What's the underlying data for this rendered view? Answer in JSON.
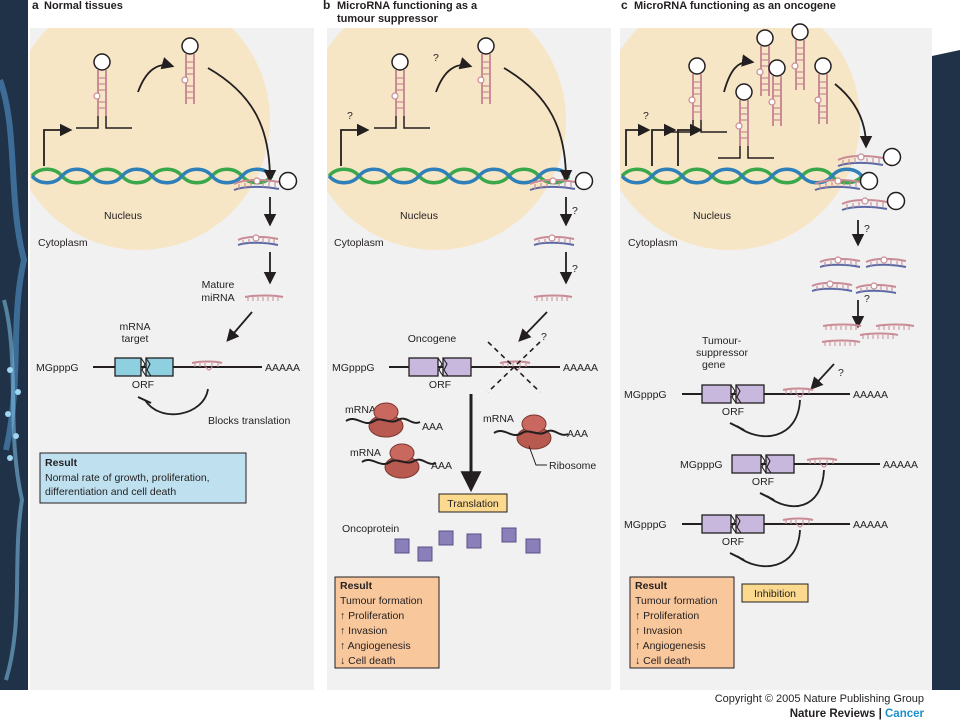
{
  "panels": {
    "a": {
      "letter": "a",
      "title": "Normal tissues",
      "nucleus": "Nucleus",
      "cytoplasm": "Cytoplasm",
      "mature_1": "Mature",
      "mature_2": "miRNA",
      "target_1": "mRNA",
      "target_2": "target",
      "cap": "MGpppG",
      "polya": "AAAAA",
      "orf": "ORF",
      "blocks": "Blocks translation",
      "result_title": "Result",
      "result_lines": [
        "Normal rate of growth, proliferation,",
        "differentiation and cell death"
      ]
    },
    "b": {
      "letter": "b",
      "title_1": "MicroRNA functioning as a",
      "title_2": "tumour suppressor",
      "q": "?",
      "nucleus": "Nucleus",
      "cytoplasm": "Cytoplasm",
      "oncogene": "Oncogene",
      "cap": "MGpppG",
      "polya": "AAAAA",
      "orf": "ORF",
      "mrna": "mRNA",
      "aaa": "AAA",
      "ribosome": "Ribosome",
      "translation": "Translation",
      "oncoprotein": "Oncoprotein",
      "result_title": "Result",
      "result_lines": [
        "Tumour formation",
        "↑ Proliferation",
        "↑ Invasion",
        "↑ Angiogenesis",
        "↓ Cell death"
      ]
    },
    "c": {
      "letter": "c",
      "title": "MicroRNA functioning as an oncogene",
      "q": "?",
      "nucleus": "Nucleus",
      "cytoplasm": "Cytoplasm",
      "tsg_1": "Tumour-",
      "tsg_2": "suppressor",
      "tsg_3": "gene",
      "cap": "MGpppG",
      "polya": "AAAAA",
      "orf": "ORF",
      "inhibition": "Inhibition",
      "result_title": "Result",
      "result_lines": [
        "Tumour formation",
        "↑ Proliferation",
        "↑ Invasion",
        "↑ Angiogenesis",
        "↓ Cell death"
      ]
    }
  },
  "footer": {
    "copyright": "Copyright © 2005 Nature Publishing Group",
    "journal": "Nature Reviews",
    "separator": " | ",
    "section": "Cancer"
  },
  "colors": {
    "panel_bg": "#f1f1f1",
    "nucleus": "#f6e6c5",
    "result_a": "#bfe0ef",
    "result_bc": "#f8c79c",
    "label_box": "#fbd98e",
    "exon_a": "#8fd0e0",
    "exon_bc": "#c9b8de",
    "rna": "#c98b95",
    "dna_green": "#3aa84a",
    "dna_blue": "#2f7fb8",
    "ribosome": "#b85a50",
    "oncoprotein": "#8a7fb8",
    "cancer_blue": "#1c8fcf",
    "side_dark": "#1f3247"
  }
}
